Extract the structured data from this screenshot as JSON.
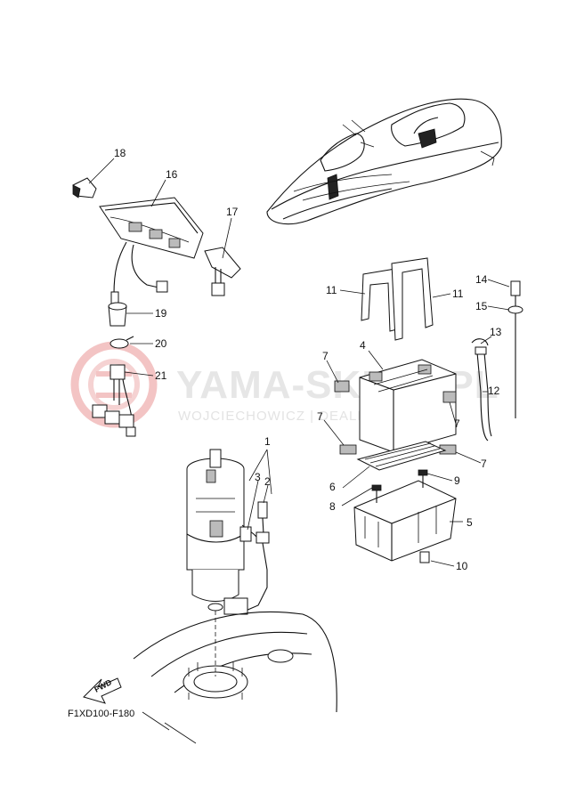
{
  "watermark": {
    "brand": "YAMA-SKLEP.PL",
    "tagline": "WOJCIECHOWICZ | DEALER YAMAHA"
  },
  "diagram_code": "F1XD100-F180",
  "fwd_label": "FWD",
  "callouts": {
    "c1": "1",
    "c2": "2",
    "c3": "3",
    "c4": "4",
    "c5": "5",
    "c6": "6",
    "c7a": "7",
    "c7b": "7",
    "c7c": "7",
    "c8": "8",
    "c9": "9",
    "c10": "10",
    "c11a": "11",
    "c11b": "11",
    "c12": "12",
    "c13": "13",
    "c14": "14",
    "c15": "15",
    "c16": "16",
    "c17": "17",
    "c18": "18",
    "c19": "19",
    "c20": "20",
    "c21": "21"
  }
}
